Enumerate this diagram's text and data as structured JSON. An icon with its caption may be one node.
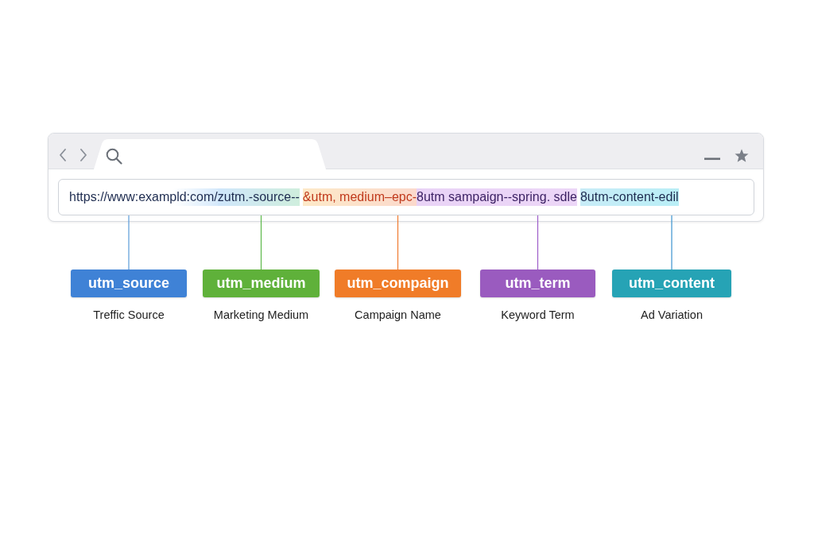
{
  "diagram": {
    "nodes": [
      {
        "text": [
          "https://www:exampld:com/",
          "zutm.-source--",
          "&utm, medium–epc-",
          "8utm sampaign--spring. sdle",
          "8utm-content-edil"
        ]
      },
      {
        "text": [
          "utm_source"
        ],
        "beside": [
          "Treffic Source"
        ]
      },
      {
        "text": [
          "utm_medium"
        ],
        "beside": [
          "Marketing Medium"
        ]
      },
      {
        "text": [
          "utm_compaign"
        ],
        "beside": [
          "Campaign Name"
        ]
      },
      {
        "text": [
          "utm_term"
        ],
        "beside": [
          "Keyword Term"
        ]
      },
      {
        "text": [
          "utm_content"
        ],
        "beside": [
          "Ad Variation"
        ]
      }
    ],
    "edges": [
      {
        "from": 1,
        "to": 0,
        "arrow": "none",
        "color": "#5b9bd9"
      },
      {
        "from": 2,
        "to": 0,
        "arrow": "none",
        "color": "#5cb84a"
      },
      {
        "from": 3,
        "to": 0,
        "arrow": "none",
        "color": "#f07a30"
      },
      {
        "from": 4,
        "to": 0,
        "arrow": "none",
        "color": "#9d5cc9"
      },
      {
        "from": 5,
        "to": 0,
        "arrow": "none",
        "color": "#3a93cf"
      }
    ]
  }
}
